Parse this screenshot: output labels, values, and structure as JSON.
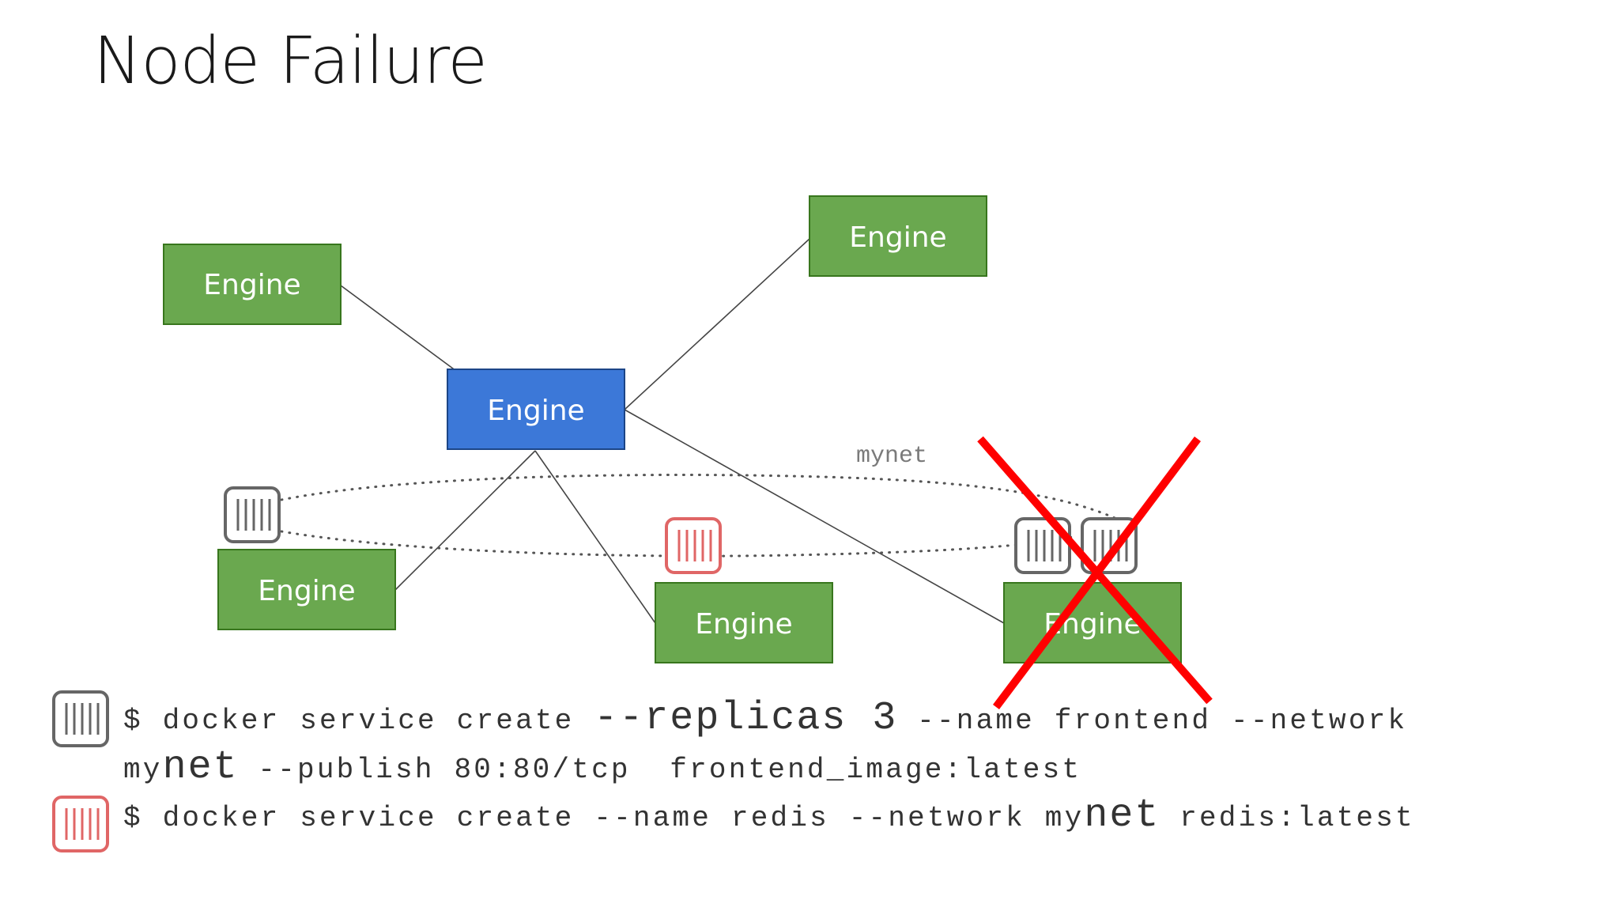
{
  "title": "Node Failure",
  "nodes": [
    {
      "id": "top-left",
      "label": "Engine",
      "role": "worker"
    },
    {
      "id": "top-right",
      "label": "Engine",
      "role": "worker"
    },
    {
      "id": "manager",
      "label": "Engine",
      "role": "manager"
    },
    {
      "id": "bottom-left",
      "label": "Engine",
      "role": "worker"
    },
    {
      "id": "bottom-middle",
      "label": "Engine",
      "role": "worker"
    },
    {
      "id": "bottom-right",
      "label": "Engine",
      "role": "worker",
      "failed": true
    }
  ],
  "network_label": "mynet",
  "commands": {
    "frontend": {
      "prompt": "$ docker service create ",
      "replicas": "--replicas 3",
      "name_part": " --name frontend --network",
      "line2_prefix": "my",
      "line2_net": "net",
      "line2_rest": " --publish 80:80/tcp  frontend_image:latest"
    },
    "redis": {
      "prompt": "$ docker service create --name redis --network my",
      "net": "net",
      "rest": " redis:latest"
    }
  },
  "colors": {
    "worker": "#6aa84f",
    "manager": "#3c78d8",
    "frontend_container": "#666666",
    "redis_container": "#e06666",
    "failure_x": "#ff0000"
  },
  "icons": {
    "frontend_container": "container-icon",
    "redis_container": "container-icon",
    "failure_mark": "x-mark-icon"
  }
}
